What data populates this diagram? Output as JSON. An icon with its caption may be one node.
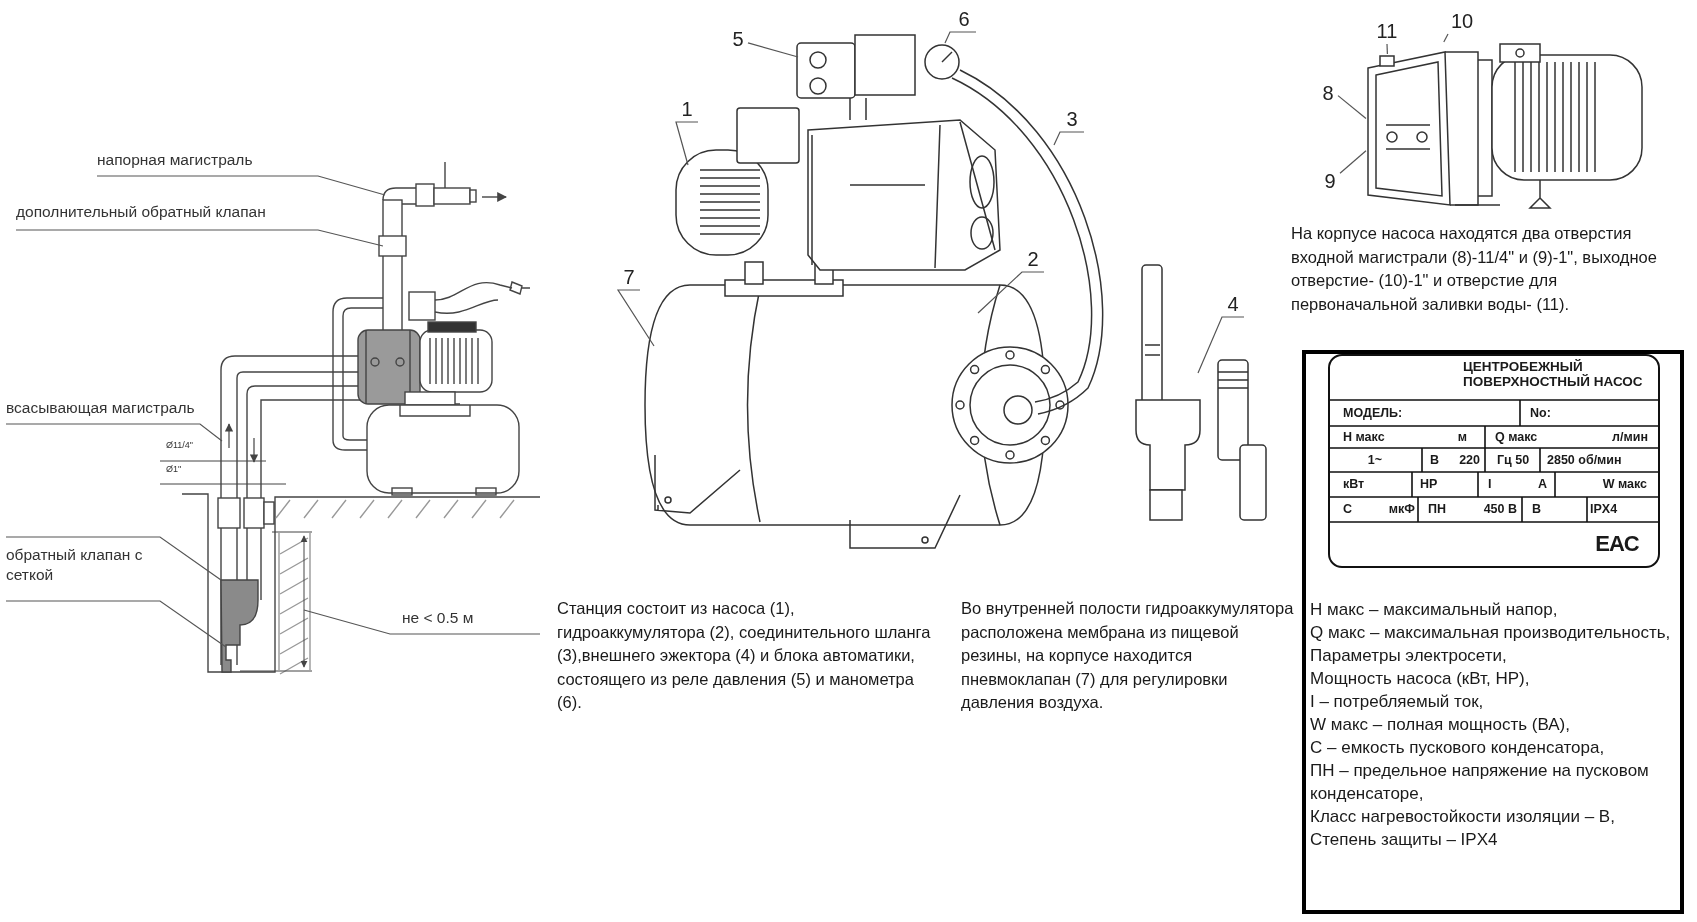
{
  "diagram": {
    "nodes": [
      {
        "text": [
          "напорная магистраль"
        ]
      },
      {
        "text": [
          "дополнительный обратный клапан"
        ]
      },
      {
        "text": [
          "всасывающая магистраль"
        ]
      },
      {
        "text": [
          "обратный клапан с сеткой"
        ]
      },
      {
        "text": [
          "не < 0.5 м"
        ]
      },
      {
        "text": [
          "1"
        ]
      },
      {
        "text": [
          "2"
        ]
      },
      {
        "text": [
          "3"
        ]
      },
      {
        "text": [
          "4"
        ]
      },
      {
        "text": [
          "5"
        ]
      },
      {
        "text": [
          "6"
        ]
      },
      {
        "text": [
          "7"
        ]
      },
      {
        "text": [
          "8"
        ]
      },
      {
        "text": [
          "9"
        ]
      },
      {
        "text": [
          "10"
        ]
      },
      {
        "text": [
          "11"
        ]
      },
      {
        "text": [
          "Н макс – максимальный напор,",
          "Q макс – максимальная производительность,",
          "Параметры электросети,",
          "Мощность насоса (кВт, HP),",
          "I – потребляемый ток,",
          "W макс – полная мощность (ВА),",
          "С – емкость пускового конденсатора,",
          "ПН – предельное напряжение на пусковом конденсаторе,",
          "Класс нагревостойкости изоляции – В,",
          "Степень защиты – IPX4"
        ]
      },
      {
        "text": [
          "ЦЕНТРОБЕЖНЫЙ ПОВЕРХНОСТНЫЙ НАСОС"
        ],
        "in": 16
      },
      {
        "text": [],
        "shape": "picture"
      }
    ],
    "edges": [
      {
        "from": 0,
        "to": null,
        "arrow": "none"
      },
      {
        "from": 1,
        "to": null,
        "arrow": "none"
      },
      {
        "from": 2,
        "to": null,
        "arrow": "none"
      },
      {
        "from": 3,
        "to": null,
        "arrow": "none"
      },
      {
        "from": 3,
        "to": null,
        "arrow": "none"
      },
      {
        "from": 4,
        "to": null,
        "arrow": "none"
      },
      {
        "from": 5,
        "to": null,
        "arrow": "none"
      },
      {
        "from": 6,
        "to": null,
        "arrow": "none"
      },
      {
        "from": 7,
        "to": null,
        "arrow": "none"
      },
      {
        "from": 8,
        "to": null,
        "arrow": "none"
      },
      {
        "from": 9,
        "to": null,
        "arrow": "none"
      },
      {
        "from": 10,
        "to": null,
        "arrow": "none"
      },
      {
        "from": 11,
        "to": null,
        "arrow": "none"
      },
      {
        "from": 12,
        "to": 18,
        "arrow": "none"
      },
      {
        "from": 13,
        "to": 18,
        "arrow": "none"
      },
      {
        "from": 14,
        "to": 18,
        "arrow": "none"
      },
      {
        "from": 15,
        "to": 18,
        "arrow": "none"
      }
    ],
    "labels": [
      "На корпусе насоса находятся два отверстия входной магистрали (8)-11/4\" и (9)-1\", выходное отверстие- (10)-1\" и отверстие для первоначальной заливки воды- (11).",
      "Ø11/4\"",
      "Ø1\"",
      "МОДЕЛЬ:",
      "No:",
      "Н макс",
      "м",
      "Q макс",
      "л/мин",
      "1~",
      "В",
      "220",
      "Гц 50",
      "2850 об/мин",
      "кВт",
      "HP",
      "I",
      "A",
      "W макс",
      "С",
      "мкФ",
      "ПН",
      "450 В",
      "В",
      "IPX4",
      "EAC",
      "Станция состоит из насоса (1), гидроаккумулятора (2), соединительного шланга (3),внешнего эжектора (4) и блока автоматики, состоящего из реле давления (5) и манометра (6).",
      "Во внутренней полости гидроаккумулятора расположена мембрана из пищевой резины, на корпусе находится пневмоклапан (7) для регулировки давления воздуха."
    ]
  }
}
